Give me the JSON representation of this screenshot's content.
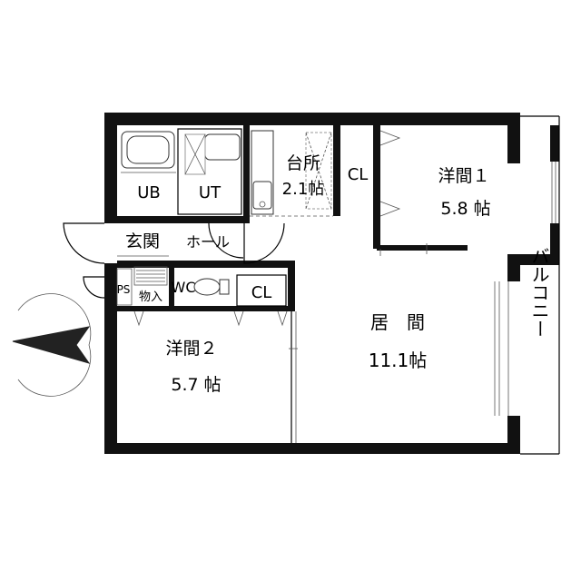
{
  "rooms": {
    "ub": "UB",
    "ut": "UT",
    "kitchen_name": "台所",
    "kitchen_size": "2.1帖",
    "cl_top": "CL",
    "western1_name": "洋間１",
    "western1_size": "5.8 帖",
    "entrance": "玄関",
    "hall": "ホール",
    "ps": "PS",
    "storage": "物入",
    "wc": "WC",
    "cl_mid": "CL",
    "living_name": "居　間",
    "living_size": "11.1帖",
    "western2_name": "洋間２",
    "western2_size": "5.7 帖",
    "balcony": "バルコニー"
  },
  "compass": {
    "icon": "north-arrow-icon",
    "direction": "west"
  },
  "colors": {
    "wall": "#111111",
    "line": "#000000"
  }
}
